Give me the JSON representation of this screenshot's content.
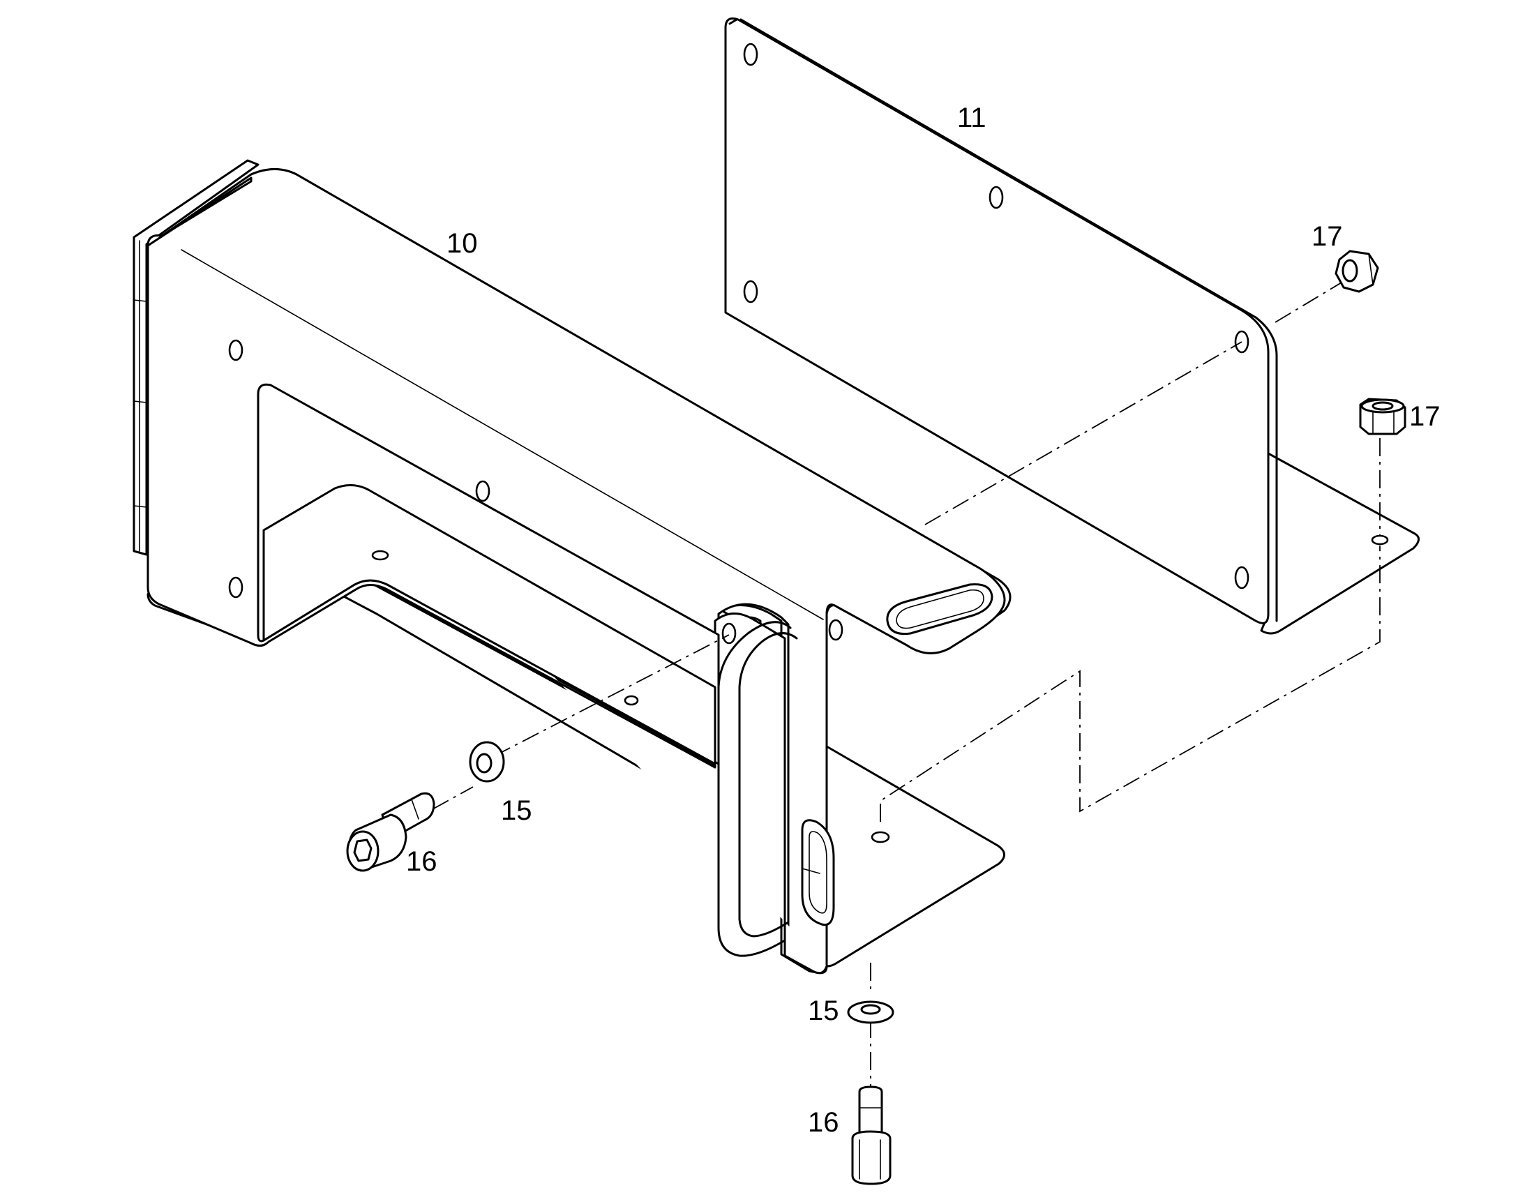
{
  "callouts": {
    "part_10": "10",
    "part_11": "11",
    "part_15_a": "15",
    "part_15_b": "15",
    "part_16_a": "16",
    "part_16_b": "16",
    "part_17_a": "17",
    "part_17_b": "17"
  },
  "colors": {
    "line": "#000000",
    "background": "#ffffff"
  }
}
